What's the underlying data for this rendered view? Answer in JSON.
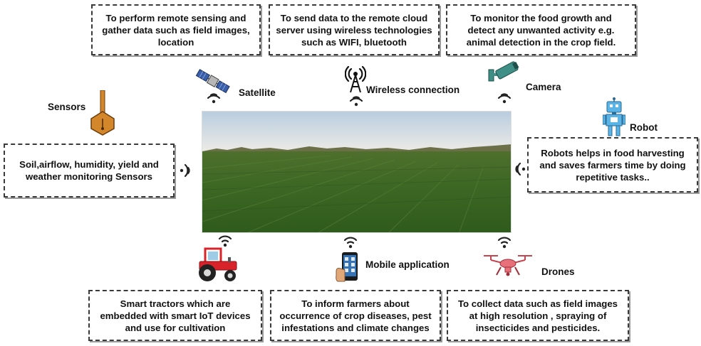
{
  "boxes": {
    "satellite": [
      "To perform remote sensing and",
      "gather data such as field images,",
      "location"
    ],
    "wireless": [
      "To send data to the remote cloud",
      "server using wireless technologies",
      "such as WIFI, bluetooth"
    ],
    "camera": [
      "To monitor the food growth and",
      "detect any unwanted activity e.g.",
      "animal detection  in the crop field."
    ],
    "sensors": [
      "Soil,airflow, humidity,  yield and",
      "weather monitoring Sensors"
    ],
    "robot": [
      "Robots helps in food harvesting",
      "and saves farmers time by doing",
      "repetitive tasks.."
    ],
    "tractor": [
      "Smart tractors which are",
      "embedded with smart IoT devices",
      "and use for  cultivation"
    ],
    "mobile": [
      "To  inform farmers about",
      "occurrence of crop diseases, pest",
      "infestations and climate changes"
    ],
    "drones": [
      "To collect data such as  field images",
      "at high resolution , spraying of",
      "insecticides and pesticides."
    ]
  },
  "labels": {
    "satellite": "Satellite",
    "wireless": "Wireless connection",
    "camera": "Camera",
    "sensors": "Sensors",
    "robot": "Robot",
    "mobile": "Mobile application",
    "drones": "Drones"
  },
  "icons": {
    "satellite": "satellite-icon",
    "wireless": "antenna-tower-icon",
    "camera": "cctv-camera-icon",
    "sensors": "soil-sensor-icon",
    "robot": "robot-icon",
    "tractor": "tractor-icon",
    "mobile": "smartphone-icon",
    "drones": "drone-icon",
    "signal": "wifi-signal-icon"
  },
  "colors": {
    "sky_top": "#bcd0e0",
    "sky_bottom": "#ecebe5",
    "field": "#3e6a26",
    "tractor_red": "#d9232a",
    "drone_pink": "#e8707a",
    "sensor_orange": "#d4862a",
    "robot_blue": "#5ab4e8",
    "camera_teal": "#3f8f86"
  }
}
